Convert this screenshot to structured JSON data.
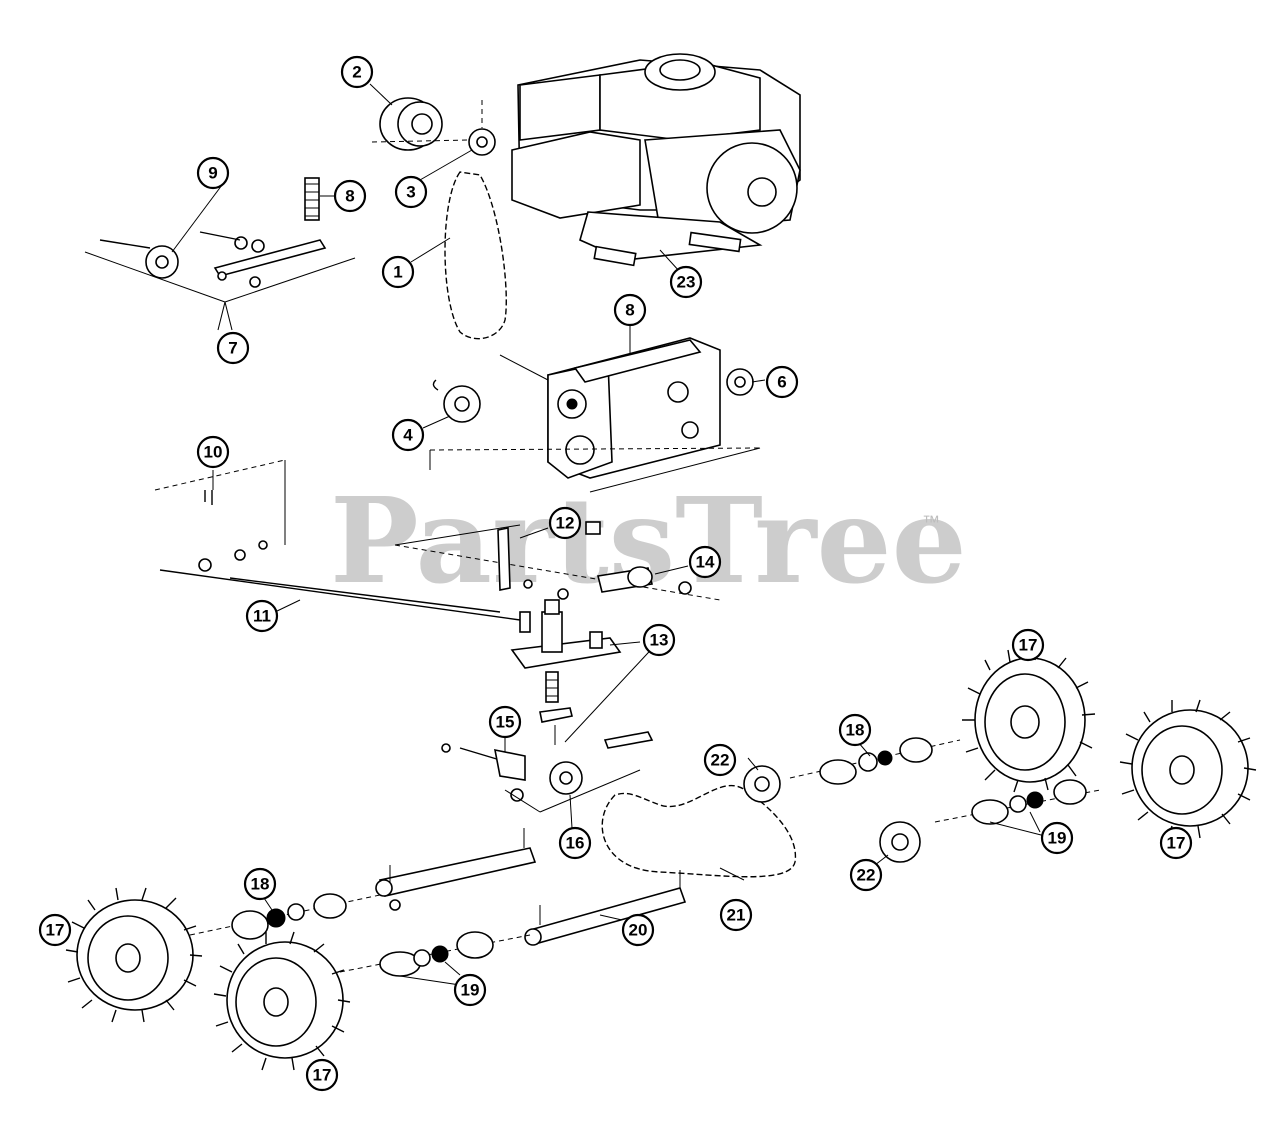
{
  "watermark": {
    "text": "PartsTree",
    "trademark": "™"
  },
  "callouts": [
    {
      "id": "c1",
      "label": "1"
    },
    {
      "id": "c2",
      "label": "2"
    },
    {
      "id": "c3",
      "label": "3"
    },
    {
      "id": "c4",
      "label": "4"
    },
    {
      "id": "c6",
      "label": "6"
    },
    {
      "id": "c7",
      "label": "7"
    },
    {
      "id": "c8a",
      "label": "8"
    },
    {
      "id": "c8b",
      "label": "8"
    },
    {
      "id": "c9",
      "label": "9"
    },
    {
      "id": "c10",
      "label": "10"
    },
    {
      "id": "c11",
      "label": "11"
    },
    {
      "id": "c12",
      "label": "12"
    },
    {
      "id": "c13",
      "label": "13"
    },
    {
      "id": "c14",
      "label": "14"
    },
    {
      "id": "c15",
      "label": "15"
    },
    {
      "id": "c16",
      "label": "16"
    },
    {
      "id": "c17a",
      "label": "17"
    },
    {
      "id": "c17b",
      "label": "17"
    },
    {
      "id": "c17c",
      "label": "17"
    },
    {
      "id": "c17d",
      "label": "17"
    },
    {
      "id": "c18a",
      "label": "18"
    },
    {
      "id": "c18b",
      "label": "18"
    },
    {
      "id": "c19a",
      "label": "19"
    },
    {
      "id": "c19b",
      "label": "19"
    },
    {
      "id": "c20",
      "label": "20"
    },
    {
      "id": "c21",
      "label": "21"
    },
    {
      "id": "c22a",
      "label": "22"
    },
    {
      "id": "c22b",
      "label": "22"
    },
    {
      "id": "c23",
      "label": "23"
    }
  ]
}
